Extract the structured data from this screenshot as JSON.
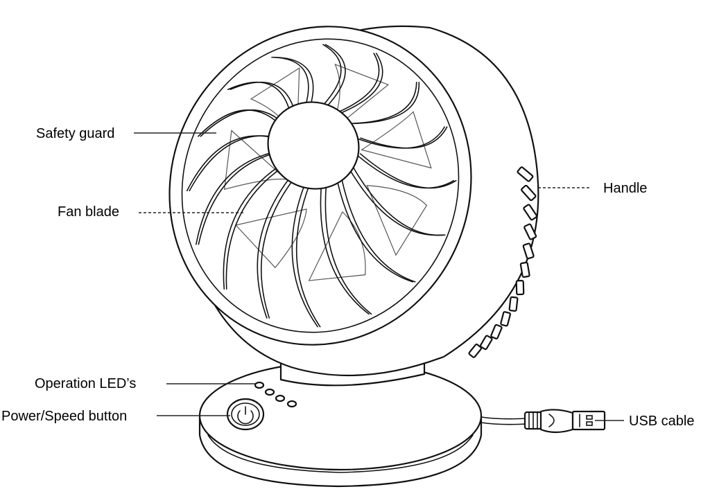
{
  "diagram": {
    "labels": {
      "safety_guard": "Safety guard",
      "fan_blade": "Fan blade",
      "handle": "Handle",
      "operation_leds": "Operation LED’s",
      "power_speed_button": "Power/Speed button",
      "usb_cable": "USB cable"
    },
    "parts": {
      "fan_head": "fan-head",
      "safety_guard_ribs": 16,
      "fan_blades": 7,
      "handle_grip_slots": 12,
      "operation_leds": 4,
      "power_icon": "power-icon",
      "usb_plug": "usb-plug"
    },
    "colors": {
      "line": "#111111",
      "background": "#ffffff"
    }
  }
}
